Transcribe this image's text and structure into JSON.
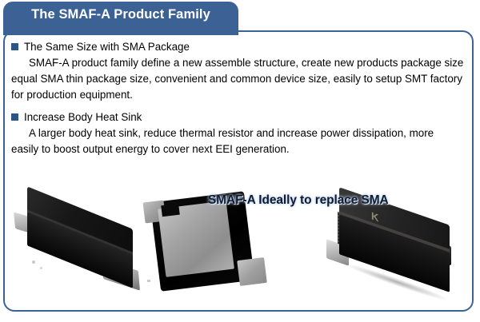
{
  "slide": {
    "title": "The SMAF-A Product Family",
    "accent_color": "#3c6295",
    "border_color": "#3c6295",
    "title_color": "#ffffff",
    "background_color": "#ffffff"
  },
  "sections": [
    {
      "bullet": "square",
      "heading": "The Same Size with SMA Package",
      "body": "SMAF-A product family define a new assemble structure, create new products package size equal SMA thin package size, convenient and common device size, easily to setup SMT factory for production equipment."
    },
    {
      "bullet": "square",
      "heading": "Increase Body Heat Sink",
      "body": "A larger body heat sink, reduce thermal resistor and increase power dissipation, more easily to boost output energy to cover next EEI generation."
    }
  ],
  "photo_headline": {
    "text": "SMAF-A Ideally to replace SMA",
    "color": "#0d1b33",
    "glow_color": "#b9cde8"
  },
  "photos": [
    {
      "name": "smaf-a-top-view",
      "caption_marking": ""
    },
    {
      "name": "smaf-a-bottom-view-heat-sink",
      "caption_marking": ""
    },
    {
      "name": "sma-package-view",
      "caption_marking": "K"
    }
  ]
}
